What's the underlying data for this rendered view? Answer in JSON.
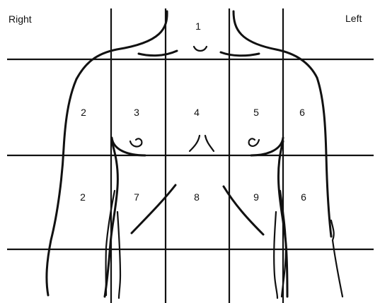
{
  "labels": {
    "right": "Right",
    "left": "Left"
  },
  "regions": [
    "1",
    "2",
    "3",
    "4",
    "5",
    "6",
    "2",
    "7",
    "8",
    "9",
    "6"
  ]
}
